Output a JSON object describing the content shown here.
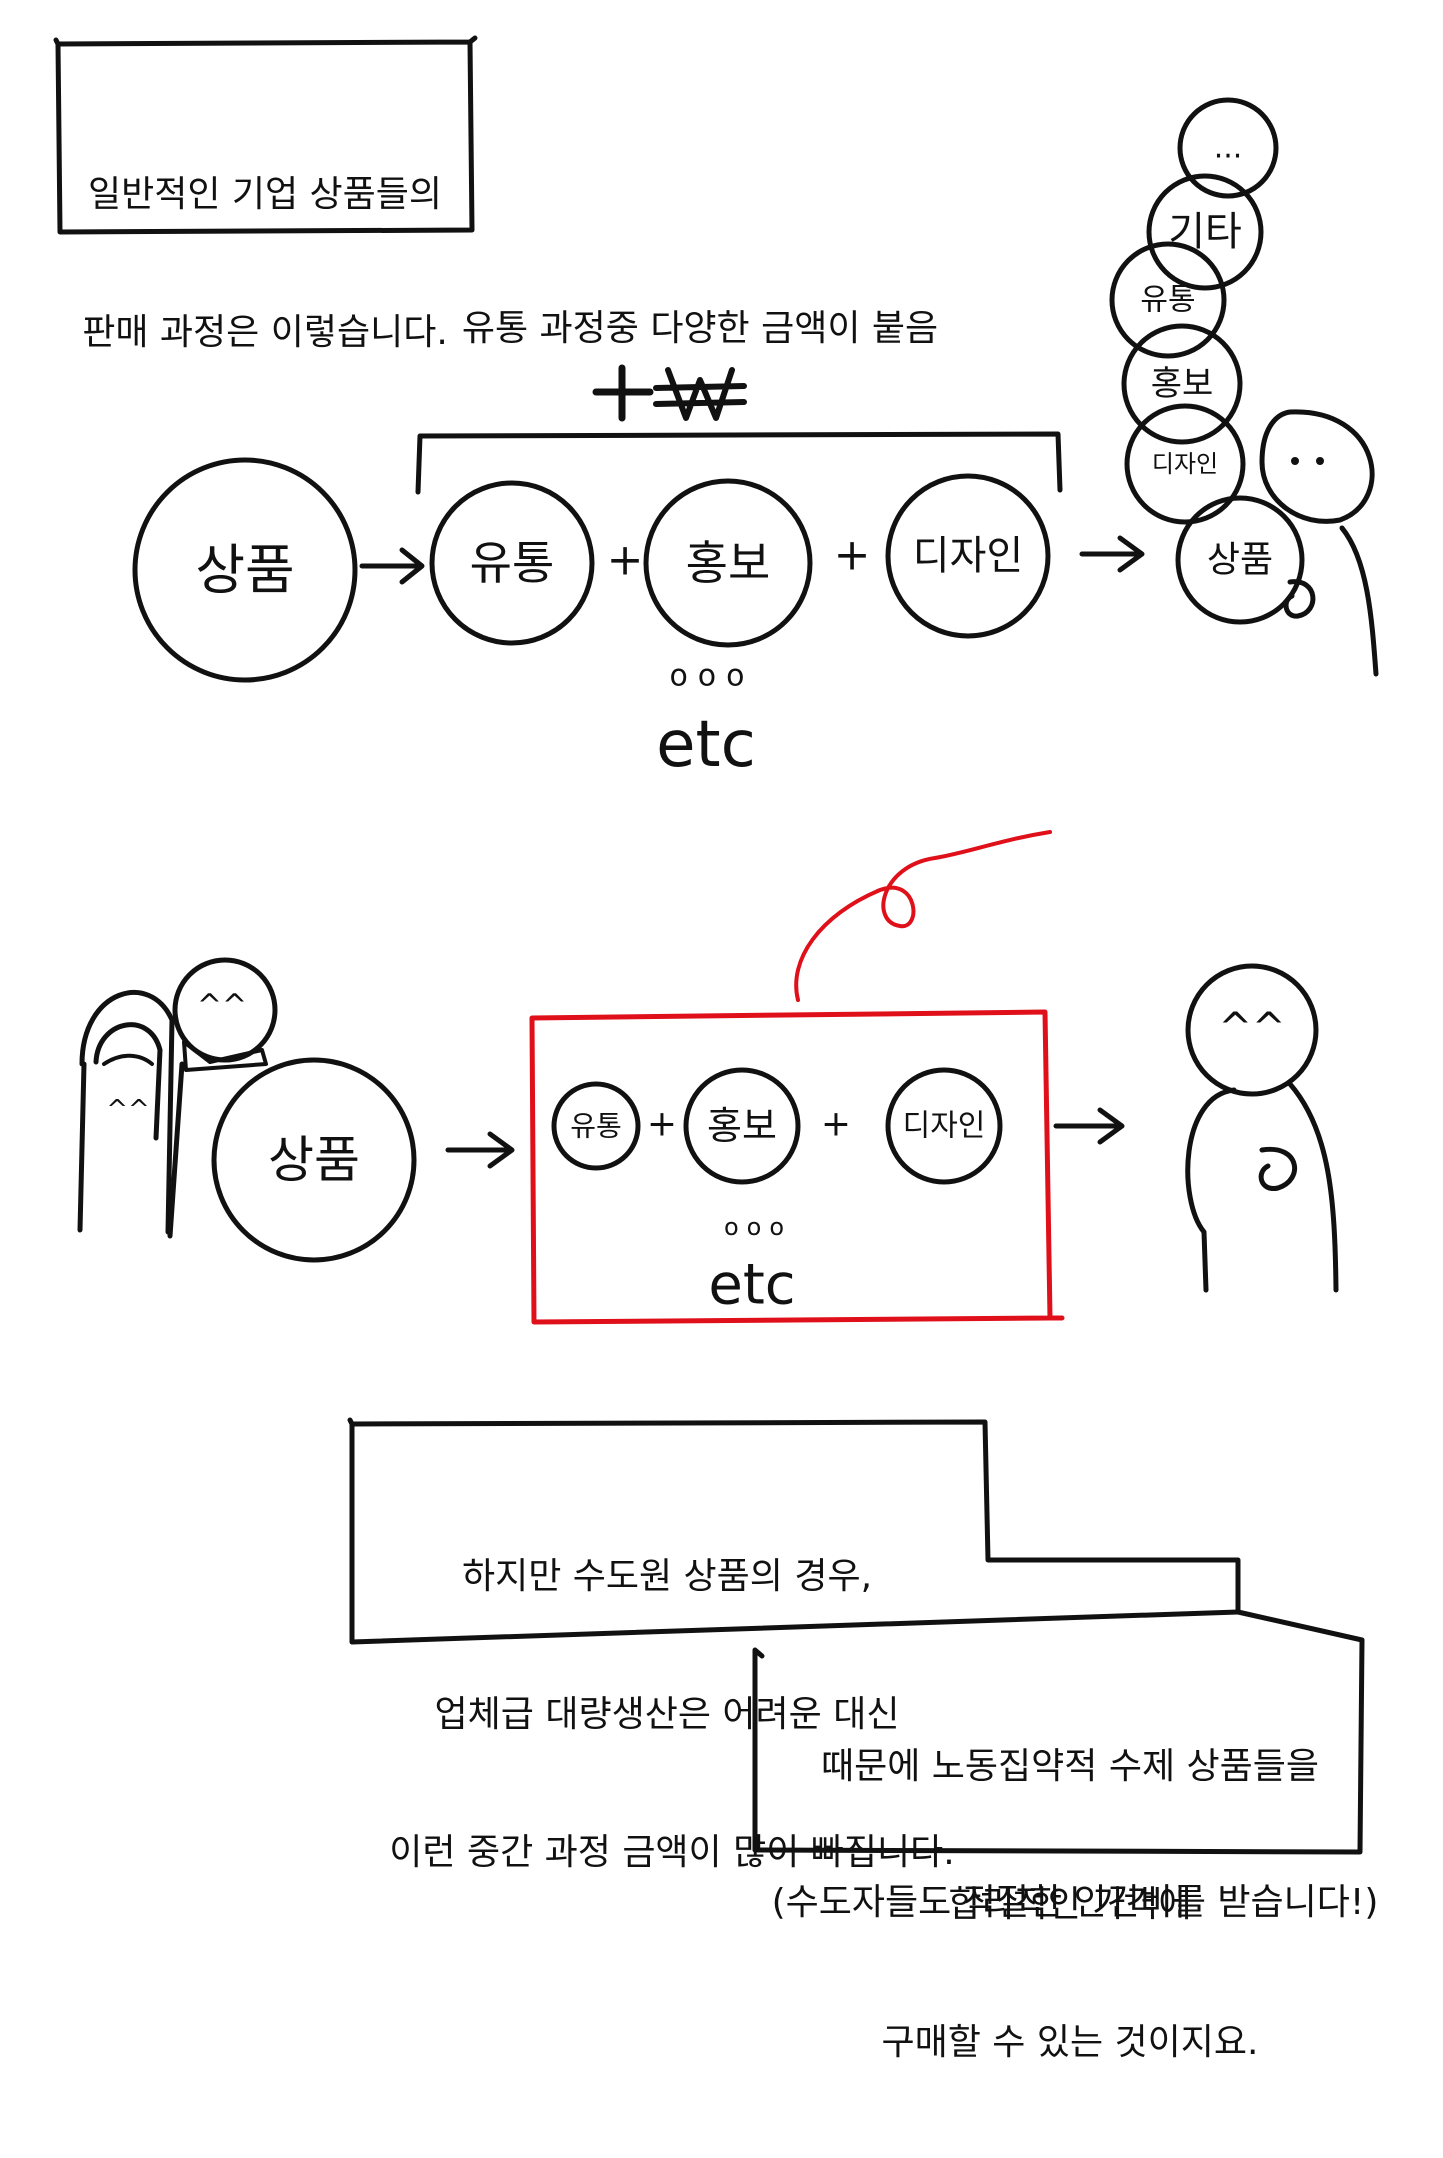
{
  "intro_box": {
    "line1": "일반적인 기업 상품들의",
    "line2": "판매 과정은 이렇습니다."
  },
  "top_diagram": {
    "annotation": "유통 과정중 다양한 금액이 붙음",
    "currency_mark": "+₩",
    "product": "상품",
    "costs": [
      "유통",
      "홍보",
      "디자인"
    ],
    "plus": "+",
    "arrow": "→",
    "dots": "ooo",
    "etc": "etc",
    "stack": [
      "...",
      "기타",
      "유통",
      "홍보",
      "디자인",
      "상품"
    ]
  },
  "bottom_diagram": {
    "product": "상품",
    "costs": [
      "유통",
      "홍보",
      "디자인"
    ],
    "plus": "+",
    "arrow": "→",
    "dots": "ooo",
    "etc": "etc",
    "face_glyph": "^^",
    "highlight_color": "#e0101b"
  },
  "text_box_1": {
    "line1": "하지만 수도원 상품의 경우,",
    "line2": "업체급 대량생산은 어려운 대신",
    "line3": "이런 중간 과정 금액이 많이 빠집니다."
  },
  "text_box_2": {
    "line1": "때문에 노동집약적 수제 상품들을",
    "line2": "합리적인 가격에",
    "line3": "구매할 수 있는 것이지요."
  },
  "footnote": "(수도자들도 적절한 인건비를 받습니다!)"
}
